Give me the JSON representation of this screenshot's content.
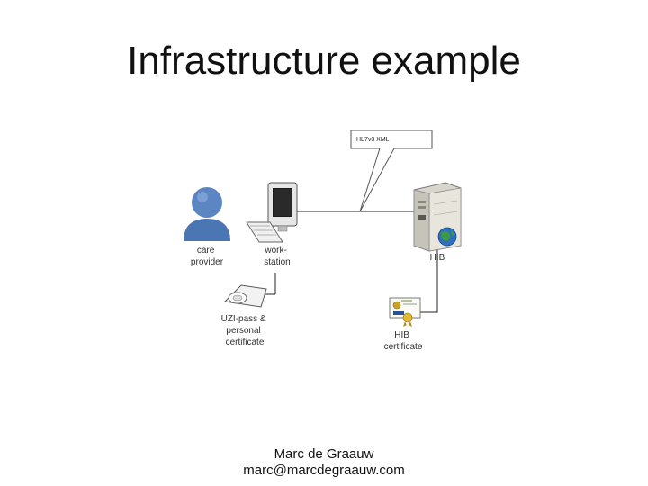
{
  "slide": {
    "title": "Infrastructure example"
  },
  "diagram": {
    "callout": "HL7v3 XML",
    "care_provider": [
      "care",
      "provider"
    ],
    "workstation": [
      "work-",
      "station"
    ],
    "uzi_pass": [
      "UZI-pass &",
      "personal",
      "certificate"
    ],
    "hib_server": "HIB",
    "hib_certificate": [
      "HIB",
      "certificate"
    ]
  },
  "footer": {
    "author": "Marc de Graauw",
    "email": "marc@marcdegraauw.com"
  },
  "colors": {
    "person": "#5b86c2",
    "server": "#d8d5cc",
    "globe": "#2f6fc0",
    "lines": "#222222"
  }
}
